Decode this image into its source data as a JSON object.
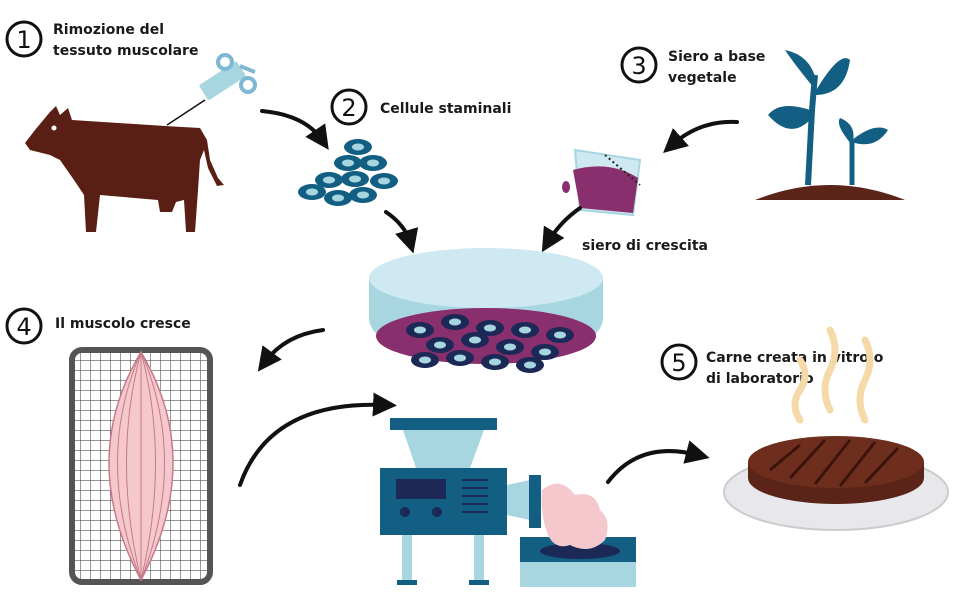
{
  "steps": [
    {
      "number": "1",
      "lines": [
        "Rimozione del",
        "tessuto muscolare"
      ]
    },
    {
      "number": "2",
      "lines": [
        "Cellule staminali"
      ]
    },
    {
      "number": "3",
      "lines": [
        "Siero a base",
        "vegetale"
      ]
    },
    {
      "number": "4",
      "lines": [
        "Il muscolo cresce"
      ]
    },
    {
      "number": "5",
      "lines": [
        "Carne creata in vitro o",
        "di laboratorio"
      ]
    }
  ],
  "growth_serum_label": "siero di crescita",
  "colors": {
    "cow": "#5a1f14",
    "teal": "#135f83",
    "light_blue": "#a8d6e0",
    "navy": "#1c2856",
    "pink": "#f4c8cc",
    "purple": "#8a2f6e",
    "steak": "#5a2418"
  }
}
